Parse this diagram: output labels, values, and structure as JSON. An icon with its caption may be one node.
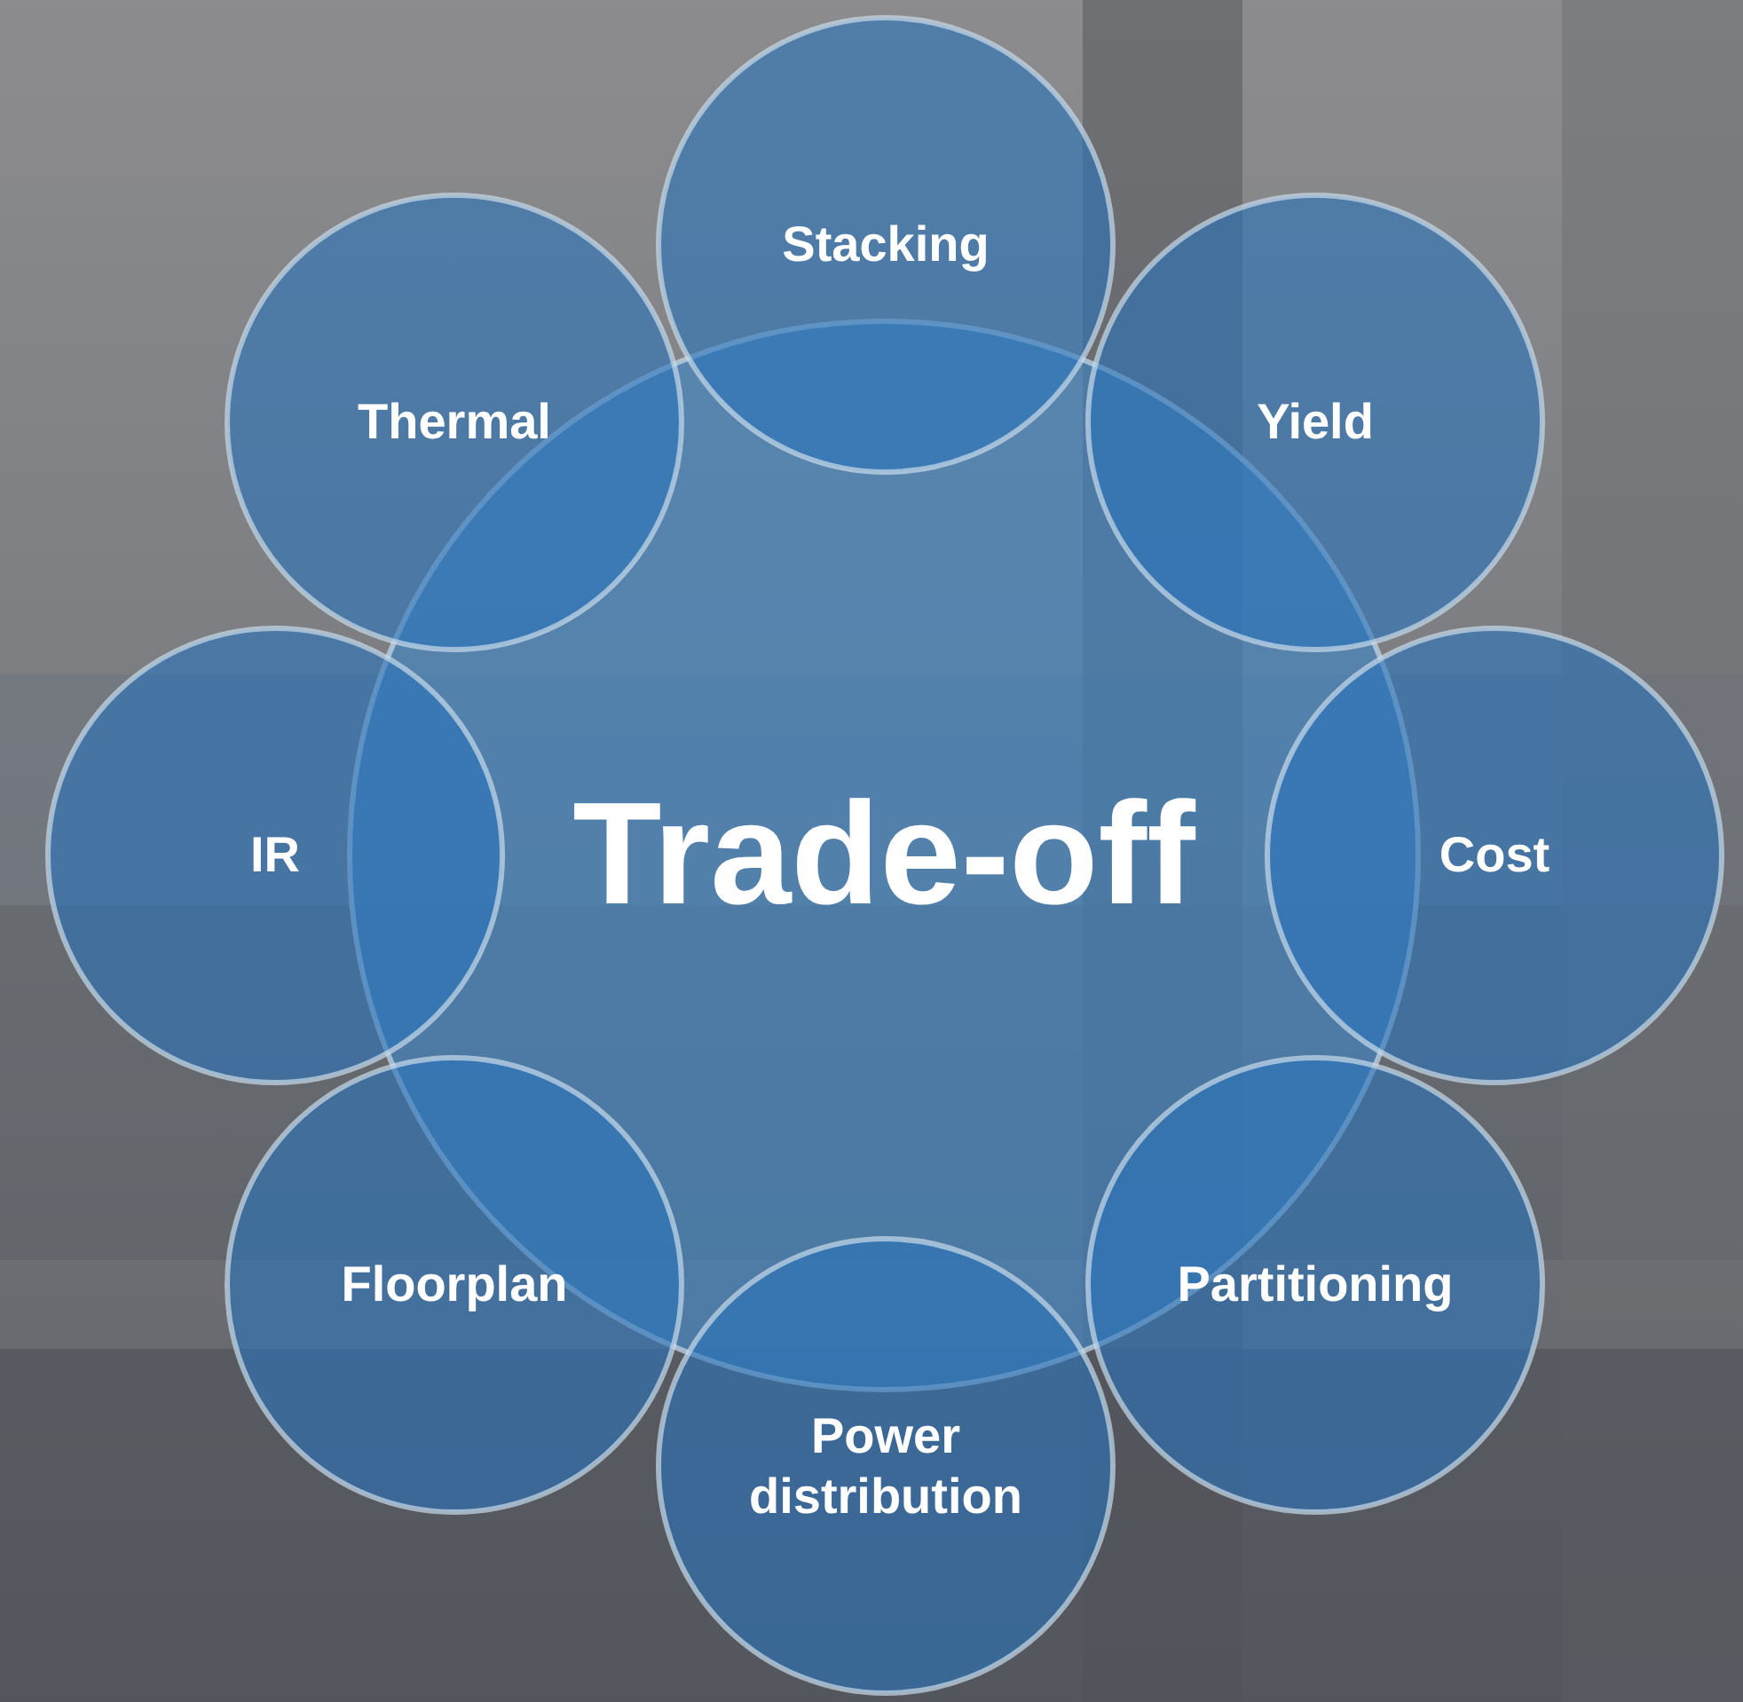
{
  "diagram": {
    "nodes": [
      {
        "text": [
          "Trade-off"
        ]
      },
      {
        "text": [
          "Stacking"
        ]
      },
      {
        "text": [
          "Yield"
        ]
      },
      {
        "text": [
          "Cost"
        ]
      },
      {
        "text": [
          "Partitioning"
        ]
      },
      {
        "text": [
          "Power distribution"
        ]
      },
      {
        "text": [
          "Floorplan"
        ]
      },
      {
        "text": [
          "IR"
        ]
      },
      {
        "text": [
          "Thermal"
        ]
      }
    ]
  }
}
